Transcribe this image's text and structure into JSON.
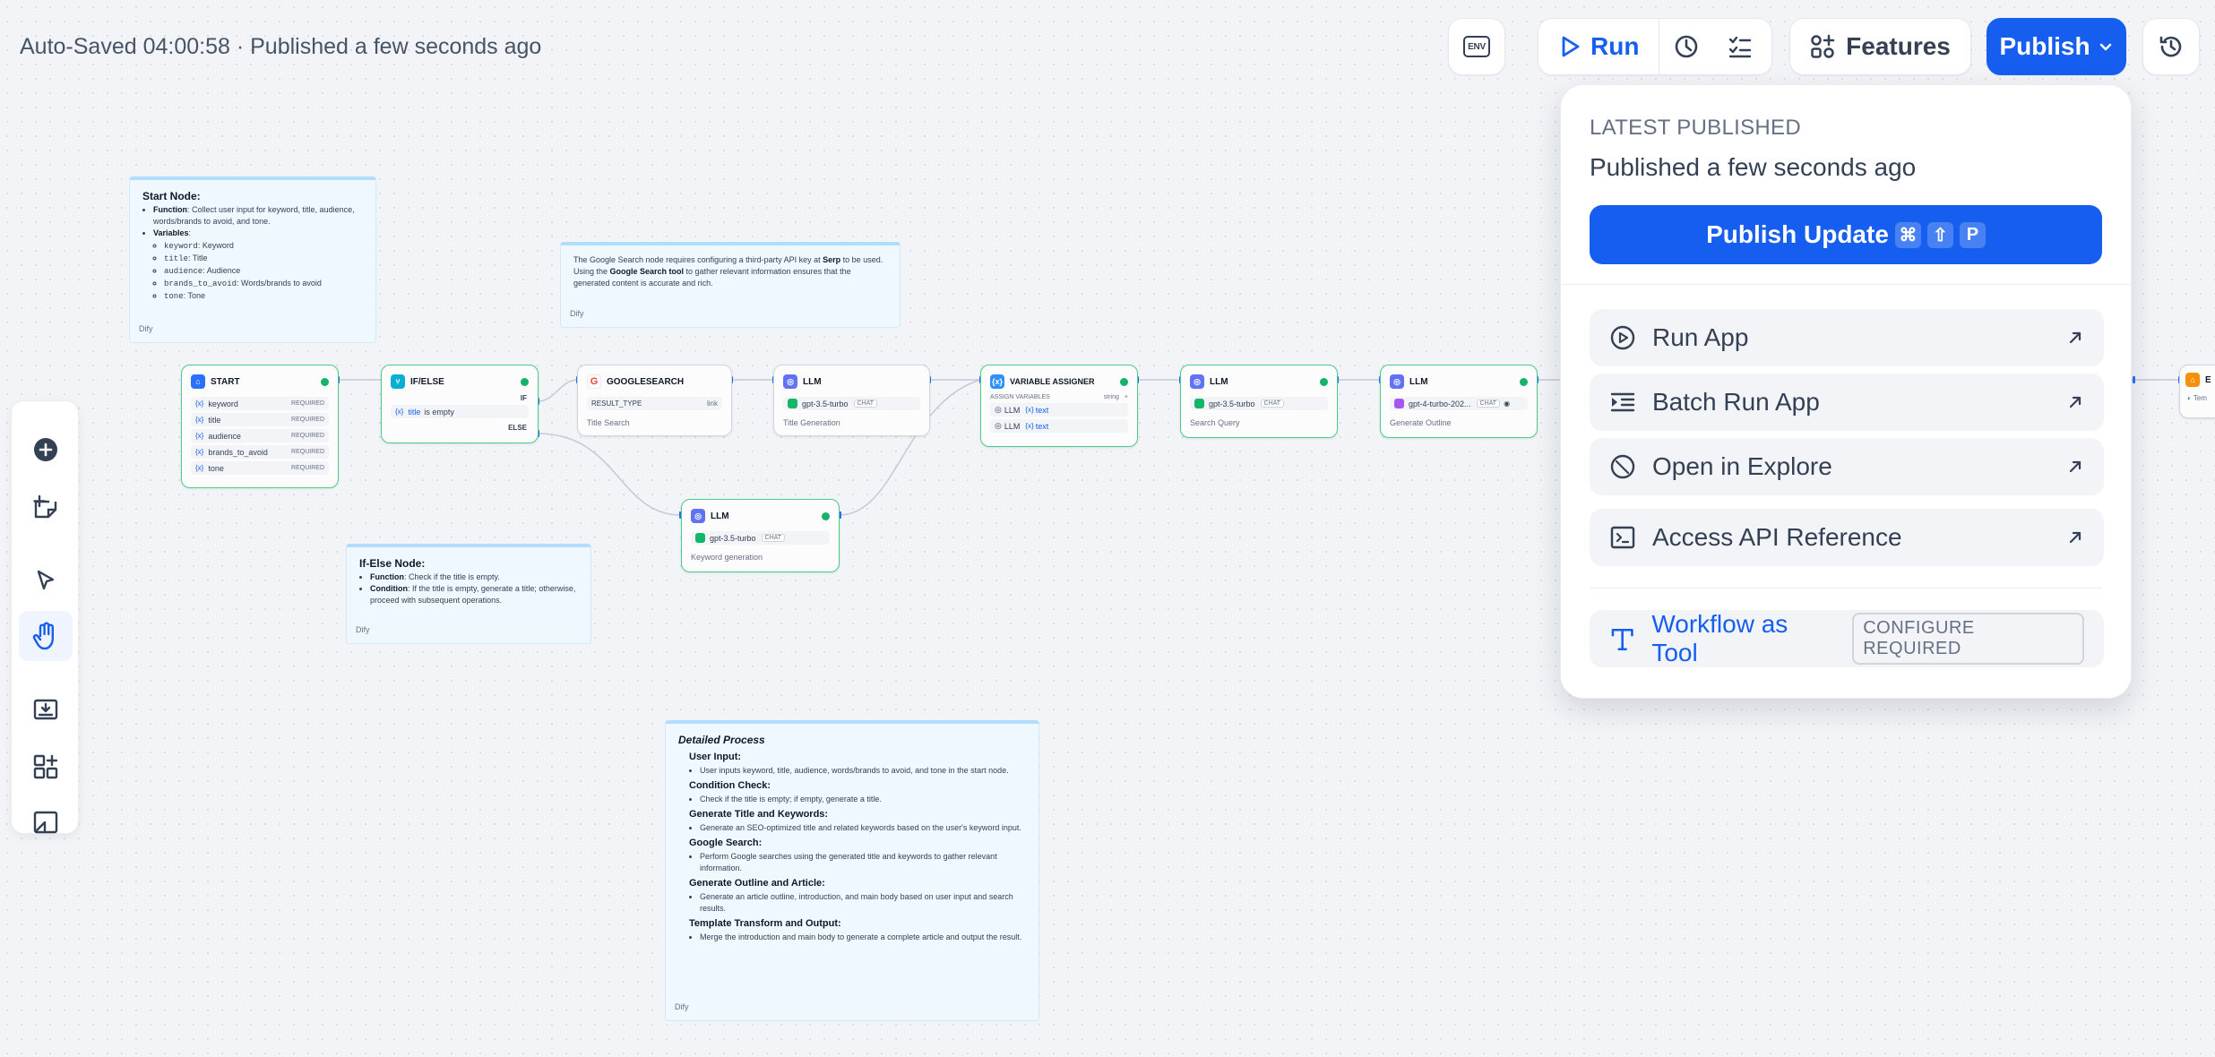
{
  "header": {
    "status_text": "Auto-Saved 04:00:58 · Published a few seconds ago",
    "env_label": "ENV",
    "run_label": "Run",
    "features_label": "Features",
    "publish_label": "Publish"
  },
  "publish_menu": {
    "section_title": "LATEST PUBLISHED",
    "published_time": "Published a few seconds ago",
    "publish_update_label": "Publish Update",
    "shortcut_keys": [
      "⌘",
      "⇧",
      "P"
    ],
    "items": [
      {
        "label": "Run App",
        "icon": "play-circle-icon"
      },
      {
        "label": "Batch Run App",
        "icon": "batch-list-icon"
      },
      {
        "label": "Open in Explore",
        "icon": "compass-icon"
      },
      {
        "label": "Access API Reference",
        "icon": "terminal-icon"
      }
    ],
    "workflow_tool_label": "Workflow as Tool",
    "configure_required_label": "CONFIGURE REQUIRED"
  },
  "notes": {
    "start": {
      "title": "Start Node:",
      "function_label": "Function",
      "function_text": ": Collect user input for keyword, title, audience, words/brands to avoid, and tone.",
      "variables_label": "Variables",
      "items": [
        {
          "key": "keyword",
          "value": ": Keyword"
        },
        {
          "key": "title",
          "value": ": Title"
        },
        {
          "key": "audience",
          "value": ": Audience"
        },
        {
          "key": "brands_to_avoid",
          "value": ": Words/brands to avoid"
        },
        {
          "key": "tone",
          "value": ": Tone"
        }
      ],
      "footer": "Dify"
    },
    "google": {
      "t1": "The Google Search node requires configuring a third-party API key at ",
      "b1": "Serp",
      "t2": " to be used. Using the ",
      "b2": "Google Search tool",
      "t3": " to gather relevant information ensures that the generated content is accurate and rich.",
      "footer": "Dify"
    },
    "ifelse": {
      "title": "If-Else Node:",
      "function_label": "Function",
      "function_text": ": Check if the title is empty.",
      "condition_label": "Condition",
      "condition_text": ": If the title is empty, generate a title; otherwise, proceed with subsequent operations.",
      "footer": "Dify"
    },
    "process": {
      "title": "Detailed Process",
      "sections": [
        {
          "heading": "User Input:",
          "text": "User inputs keyword, title, audience, words/brands to avoid, and tone in the start node."
        },
        {
          "heading": "Condition Check:",
          "text": "Check if the title is empty; if empty, generate a title."
        },
        {
          "heading": "Generate Title and Keywords:",
          "text": "Generate an SEO-optimized title and related keywords based on the user's keyword input."
        },
        {
          "heading": "Google Search:",
          "text": "Perform Google searches using the generated title and keywords to gather relevant information."
        },
        {
          "heading": "Generate Outline and Article:",
          "text": "Generate an article outline, introduction, and main body based on user input and search results."
        },
        {
          "heading": "Template Transform and Output:",
          "text": "Merge the introduction and main body to generate a complete article and output the result."
        }
      ],
      "footer": "Dify"
    }
  },
  "nodes": {
    "start": {
      "title": "START",
      "vars": [
        {
          "name": "keyword",
          "req": "REQUIRED"
        },
        {
          "name": "title",
          "req": "REQUIRED"
        },
        {
          "name": "audience",
          "req": "REQUIRED"
        },
        {
          "name": "brands_to_avoid",
          "req": "REQUIRED"
        },
        {
          "name": "tone",
          "req": "REQUIRED"
        }
      ]
    },
    "ifelse": {
      "title": "IF/ELSE",
      "if_label": "IF",
      "cond_var": "title",
      "cond_text": "is empty",
      "else_label": "ELSE"
    },
    "google": {
      "title": "GOOGLESEARCH",
      "param": "RESULT_TYPE",
      "param_value": "link",
      "desc": "Title Search"
    },
    "llm_title": {
      "title": "LLM",
      "model": "gpt-3.5-turbo",
      "tag": "CHAT",
      "desc": "Title Generation"
    },
    "llm_keyword": {
      "title": "LLM",
      "model": "gpt-3.5-turbo",
      "tag": "CHAT",
      "desc": "Keyword generation"
    },
    "assigner": {
      "title": "VARIABLE ASSIGNER",
      "label": "ASSIGN VARIABLES",
      "type": "string",
      "rows": [
        {
          "src": "LLM",
          "var": "text"
        },
        {
          "src": "LLM",
          "var": "text"
        }
      ]
    },
    "llm_query": {
      "title": "LLM",
      "model": "gpt-3.5-turbo",
      "tag": "CHAT",
      "desc": "Search Query"
    },
    "llm_outline": {
      "title": "LLM",
      "model": "gpt-4-turbo-202...",
      "tag": "CHAT",
      "desc": "Generate Outline"
    },
    "end_partial": {
      "title": "E",
      "desc": "Tem"
    }
  },
  "colors": {
    "accent": "#155eef",
    "success": "#17b26a",
    "note_bg": "#eff8ff"
  }
}
